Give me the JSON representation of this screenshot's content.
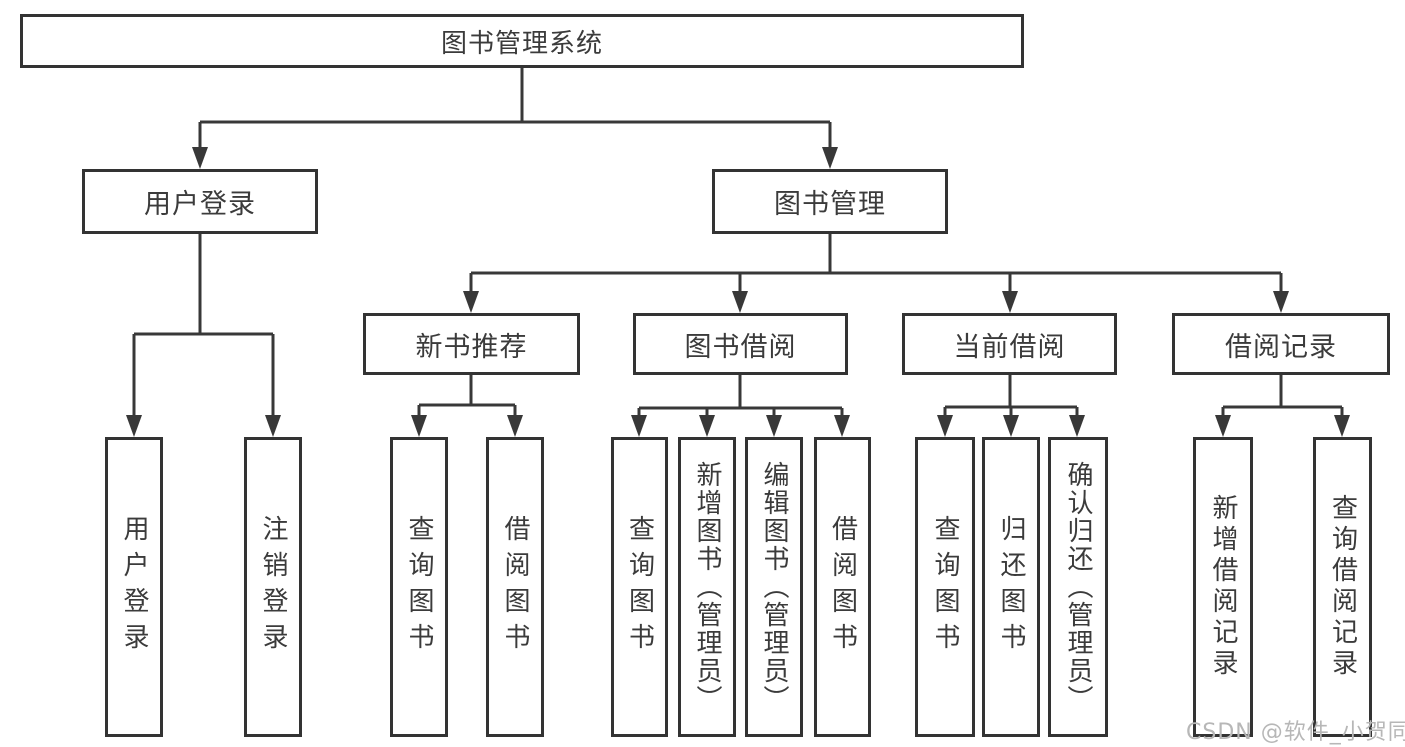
{
  "tree": {
    "root": {
      "label": "图书管理系统"
    },
    "groups": [
      {
        "label": "用户登录",
        "children": [
          {
            "label": "用户登录"
          },
          {
            "label": "注销登录"
          }
        ]
      },
      {
        "label": "图书管理",
        "sections": [
          {
            "label": "新书推荐",
            "children": [
              {
                "label": "查询图书"
              },
              {
                "label": "借阅图书"
              }
            ]
          },
          {
            "label": "图书借阅",
            "children": [
              {
                "label": "查询图书"
              },
              {
                "label": "新增图书（管理员）"
              },
              {
                "label": "编辑图书（管理员）"
              },
              {
                "label": "借阅图书"
              }
            ]
          },
          {
            "label": "当前借阅",
            "children": [
              {
                "label": "查询图书"
              },
              {
                "label": "归还图书"
              },
              {
                "label": "确认归还（管理员）"
              }
            ]
          },
          {
            "label": "借阅记录",
            "children": [
              {
                "label": "新增借阅记录"
              },
              {
                "label": "查询借阅记录"
              }
            ]
          }
        ]
      }
    ]
  },
  "watermark": {
    "text": "CSDN @软件_小贺同学"
  },
  "colors": {
    "line": "#383838",
    "box_border": "#333333",
    "text": "#3b3b3b",
    "watermark": "#b7b7b7",
    "background": "#ffffff"
  }
}
